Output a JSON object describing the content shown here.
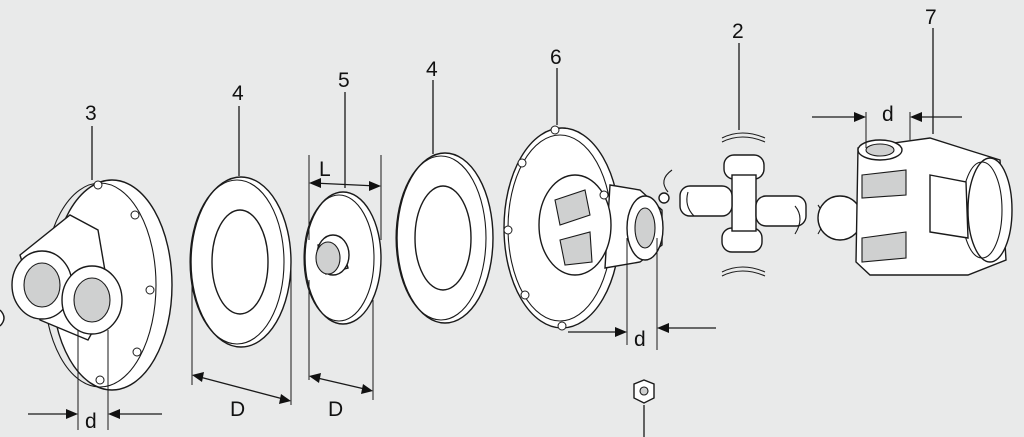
{
  "callouts": {
    "flange": "3",
    "gasket_left": "4",
    "spacer": "5",
    "gasket_right": "4",
    "housing": "6",
    "cross_joint": "2",
    "yoke": "7"
  },
  "dimensions": {
    "flange_d": "d",
    "gasket_D": "D",
    "spacer_D": "D",
    "spacer_L": "L",
    "housing_d": "d",
    "yoke_d": "d"
  },
  "colors": {
    "background": "#e9eaea",
    "line": "#1a1a1a",
    "part_fill": "#ffffff",
    "shade": "#cfd0d0"
  }
}
